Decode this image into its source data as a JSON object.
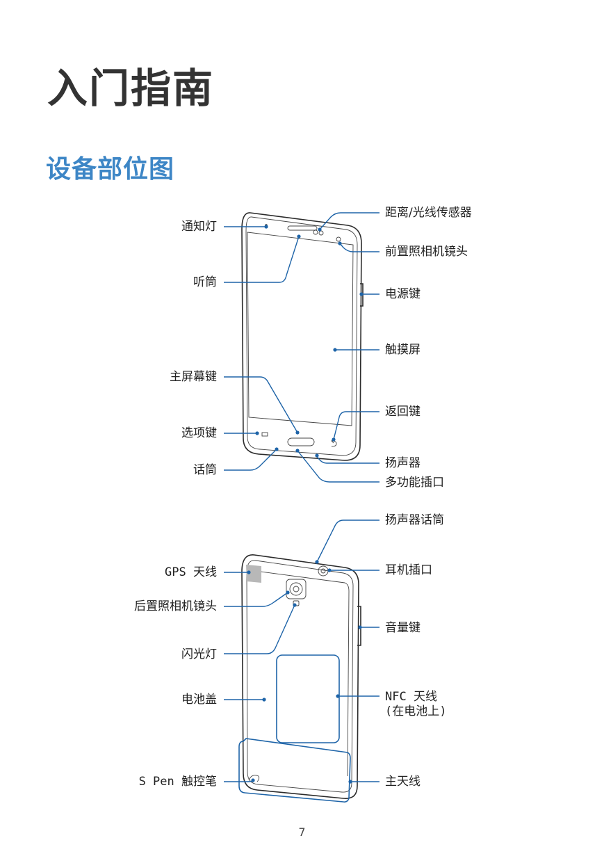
{
  "page": {
    "chapter_title": "入门指南",
    "section_title": "设备部位图",
    "page_number": "7"
  },
  "front_labels": {
    "notification_light": "通知灯",
    "receiver": "听筒",
    "home_key": "主屏幕键",
    "menu_key": "选项键",
    "microphone": "话筒",
    "proximity_sensor": "距离/光线传感器",
    "front_camera": "前置照相机镜头",
    "power_key": "电源键",
    "touch_screen": "触摸屏",
    "back_key": "返回键",
    "speaker": "扬声器",
    "multipurpose_jack": "多功能插口"
  },
  "back_labels": {
    "speaker_mic": "扬声器话筒",
    "gps_antenna": "GPS 天线",
    "rear_camera": "后置照相机镜头",
    "flash": "闪光灯",
    "back_cover": "电池盖",
    "s_pen": "S Pen 触控笔",
    "headset_jack": "耳机插口",
    "volume_key": "音量键",
    "nfc_antenna_line1": "NFC 天线",
    "nfc_antenna_line2": "(在电池上)",
    "main_antenna": "主天线"
  },
  "colors": {
    "accent": "#3d86c6",
    "leader": "#1e64a8"
  }
}
